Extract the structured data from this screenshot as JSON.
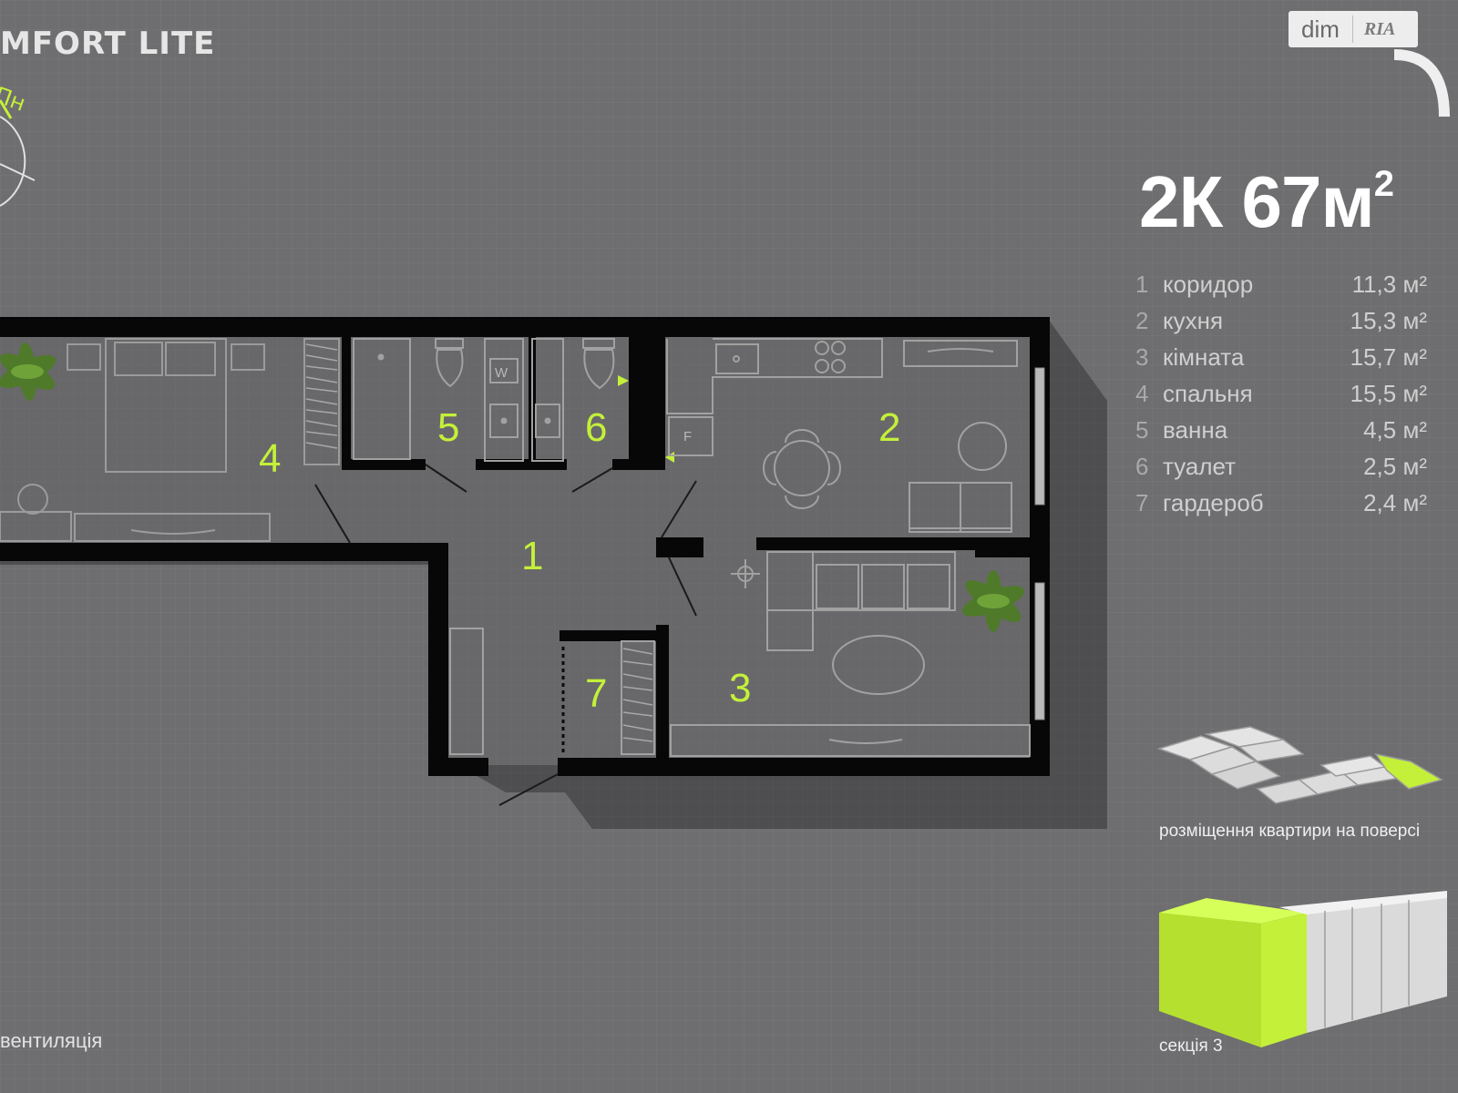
{
  "header": {
    "brand_fragment": "MFORT LITE",
    "compass_label": "Пн"
  },
  "watermark": {
    "part1": "dim",
    "part2": "RIA"
  },
  "apartment": {
    "title": "2К 67м",
    "title_superscript": "2"
  },
  "rooms": [
    {
      "number": "1",
      "name": "коридор",
      "area": "11,3 м²"
    },
    {
      "number": "2",
      "name": "кухня",
      "area": "15,3 м²"
    },
    {
      "number": "3",
      "name": "кімната",
      "area": "15,7 м²"
    },
    {
      "number": "4",
      "name": "спальня",
      "area": "15,5 м²"
    },
    {
      "number": "5",
      "name": "ванна",
      "area": "4,5 м²"
    },
    {
      "number": "6",
      "name": "туалет",
      "area": "2,5 м²"
    },
    {
      "number": "7",
      "name": "гардероб",
      "area": "2,4 м²"
    }
  ],
  "fixture_labels": {
    "washer": "W",
    "fridge": "F"
  },
  "floor_location_caption": "розміщення квартири на поверсі",
  "section_caption": "секція 3",
  "ventilation_label": "вентиляція",
  "colors": {
    "background": "#6e6e70",
    "wall": "#070707",
    "room_floor": "#68686a",
    "accent": "#c4f03a",
    "text": "#cfcfcf"
  }
}
